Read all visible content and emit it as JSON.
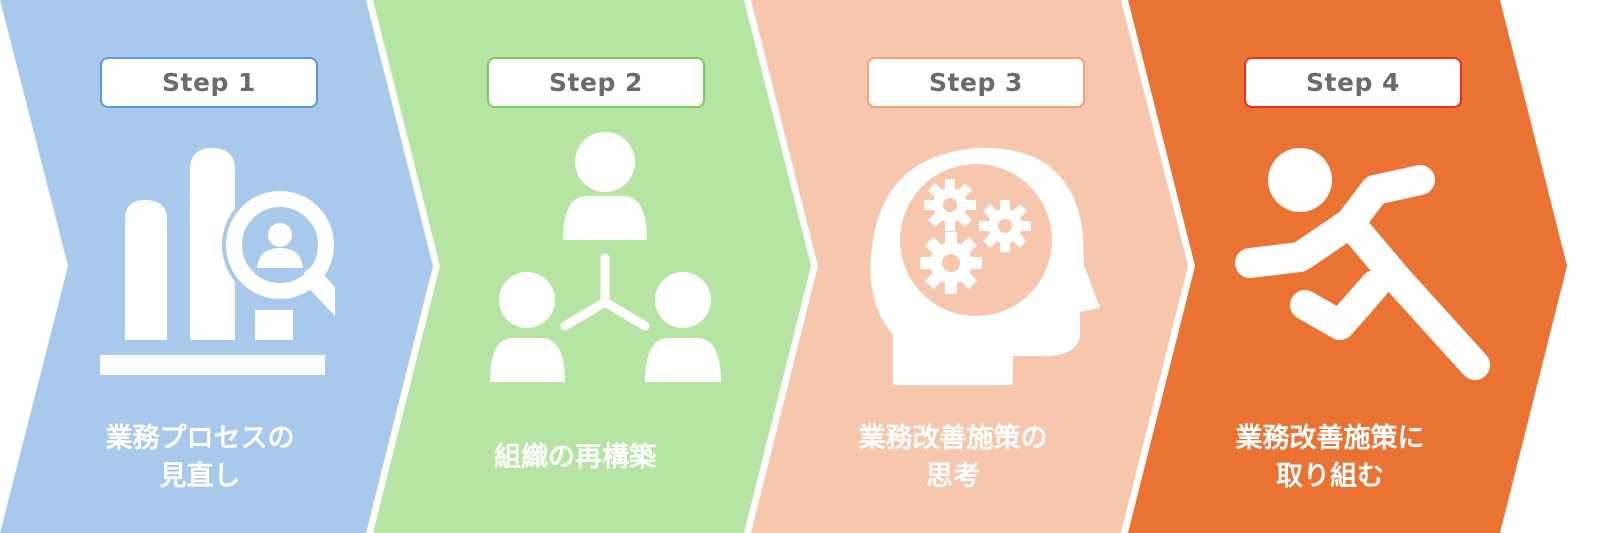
{
  "steps": [
    {
      "tag": "Step 1",
      "caption": "業務プロセスの\n見直し",
      "color": "#a8c9ec",
      "border": "#5b9ad5",
      "icon": "analysis-magnifier-icon"
    },
    {
      "tag": "Step 2",
      "caption": "組織の再構築",
      "color": "#b6e5a3",
      "border": "#7ccb62",
      "icon": "team-structure-icon"
    },
    {
      "tag": "Step 3",
      "caption": "業務改善施策の\n思考",
      "color": "#f6c6ad",
      "border": "#eea57c",
      "icon": "head-gears-icon"
    },
    {
      "tag": "Step 4",
      "caption": "業務改善施策に\n取り組む",
      "color": "#ea7232",
      "border": "#e8321e",
      "icon": "running-person-icon"
    }
  ]
}
